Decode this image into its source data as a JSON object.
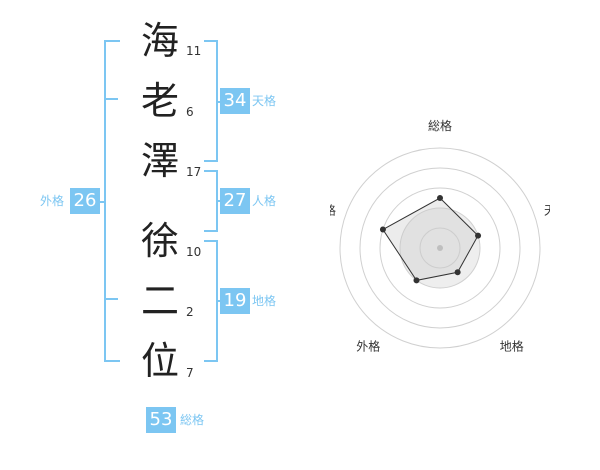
{
  "name": {
    "chars": [
      {
        "char": "海",
        "strokes": "11"
      },
      {
        "char": "老",
        "strokes": "6"
      },
      {
        "char": "澤",
        "strokes": "17"
      },
      {
        "char": "徐",
        "strokes": "10"
      },
      {
        "char": "二",
        "strokes": "2"
      },
      {
        "char": "位",
        "strokes": "7"
      }
    ]
  },
  "fortunes": {
    "tenkaku": {
      "value": "34",
      "label": "天格"
    },
    "jinkaku": {
      "value": "27",
      "label": "人格"
    },
    "chikaku": {
      "value": "19",
      "label": "地格"
    },
    "gaikaku": {
      "value": "26",
      "label": "外格"
    },
    "soukaku": {
      "value": "53",
      "label": "総格"
    }
  },
  "radar": {
    "axes": [
      "総格",
      "天格",
      "地格",
      "外格",
      "人格"
    ],
    "values": [
      0.5,
      0.4,
      0.3,
      0.4,
      0.6
    ]
  },
  "colors": {
    "accent": "#7cc6f2",
    "text": "#222222"
  }
}
